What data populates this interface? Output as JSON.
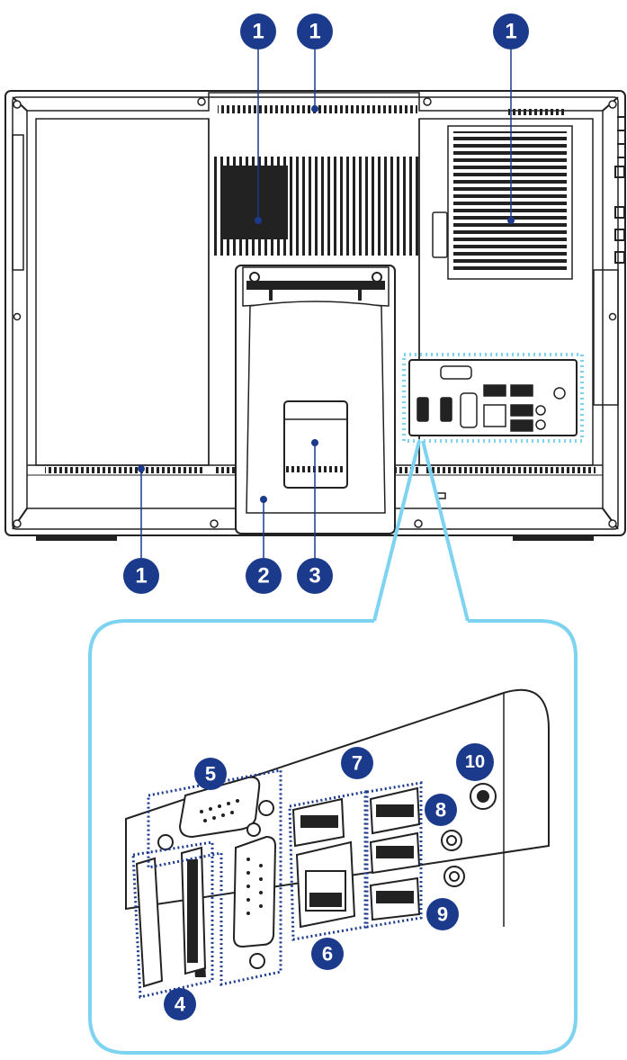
{
  "callouts": {
    "c1a": "1",
    "c1b": "1",
    "c1c": "1",
    "c1d": "1",
    "c2": "2",
    "c3": "3",
    "c4": "4",
    "c5": "5",
    "c6": "6",
    "c7": "7",
    "c8": "8",
    "c9": "9",
    "c10": "10"
  },
  "colors": {
    "badge": "#1b3a8c",
    "zoom_outline": "#7dd3f0",
    "dotted_group": "#1b3a8c",
    "device_outline": "#222222"
  }
}
